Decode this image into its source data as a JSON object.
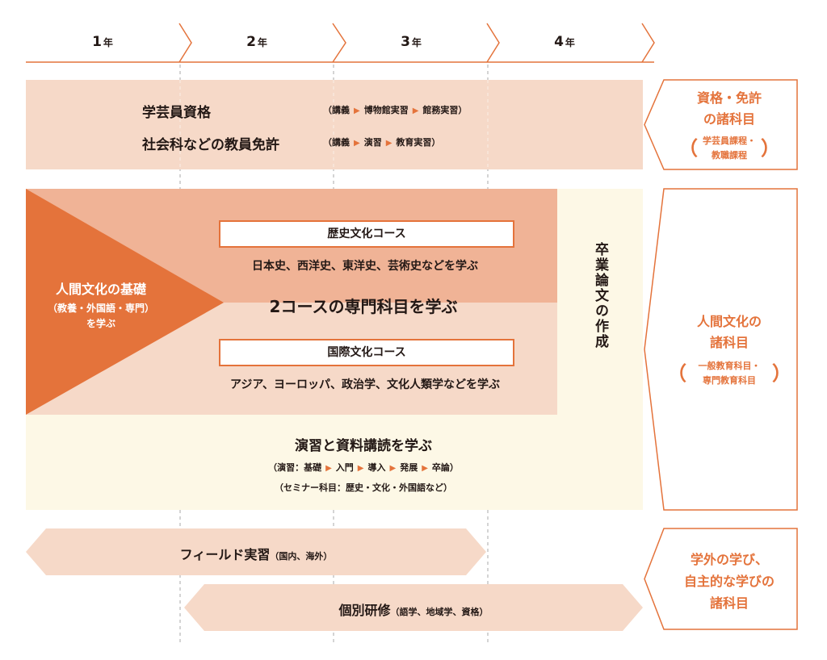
{
  "years": [
    {
      "num": "1",
      "unit": "年"
    },
    {
      "num": "2",
      "unit": "年"
    },
    {
      "num": "3",
      "unit": "年"
    },
    {
      "num": "4",
      "unit": "年"
    }
  ],
  "qualification": {
    "row1": {
      "title": "学芸員資格",
      "open": "（",
      "s1": "講義",
      "s2": "博物館実習",
      "s3": "館務実習",
      "close": "）"
    },
    "row2": {
      "title": "社会科などの教員免許",
      "open": "（",
      "s1": "講義",
      "s2": "演習",
      "s3": "教育実習",
      "close": "）"
    }
  },
  "foundation": {
    "line1": "人間文化の基礎",
    "line2": "（教養・外国語・専門）",
    "line3": "を学ぶ"
  },
  "courses": {
    "history_label": "歴史文化コース",
    "history_desc": "日本史、西洋史、東洋史、芸術史などを学ぶ",
    "center": "2コースの専門科目を学ぶ",
    "intl_label": "国際文化コース",
    "intl_desc": "アジア、ヨーロッパ、政治学、文化人類学などを学ぶ"
  },
  "thesis": "卒業論文の作成",
  "seminar": {
    "title": "演習と資料講読を学ぶ",
    "steps_open": "（演習：",
    "steps": [
      "基礎",
      "入門",
      "導入",
      "発展",
      "卒論"
    ],
    "steps_close": "）",
    "sub": "（セミナー科目：歴史・文化・外国語など）"
  },
  "field": {
    "title": "フィールド実習",
    "note": "（国内、海外）"
  },
  "individual": {
    "title": "個別研修",
    "note": "（語学、地域学、資格）"
  },
  "side": {
    "qual_l1": "資格・免許",
    "qual_l2": "の諸科目",
    "qual_p_open": "（",
    "qual_p1": "学芸員課程・",
    "qual_p2": "教職課程",
    "qual_p_close": "）",
    "human_l1": "人間文化の",
    "human_l2": "諸科目",
    "human_p_open": "（",
    "human_p1": "一般教育科目・",
    "human_p2": "専門教育科目",
    "human_p_close": "）",
    "outside_l1": "学外の学び、",
    "outside_l2": "自主的な学びの",
    "outside_l3": "諸科目"
  },
  "arrow_glyph": "▶",
  "colors": {
    "accent": "#e4733b",
    "peach": "#f6d9c8",
    "salmon": "#f0b396",
    "cream": "#fdf8e6"
  }
}
